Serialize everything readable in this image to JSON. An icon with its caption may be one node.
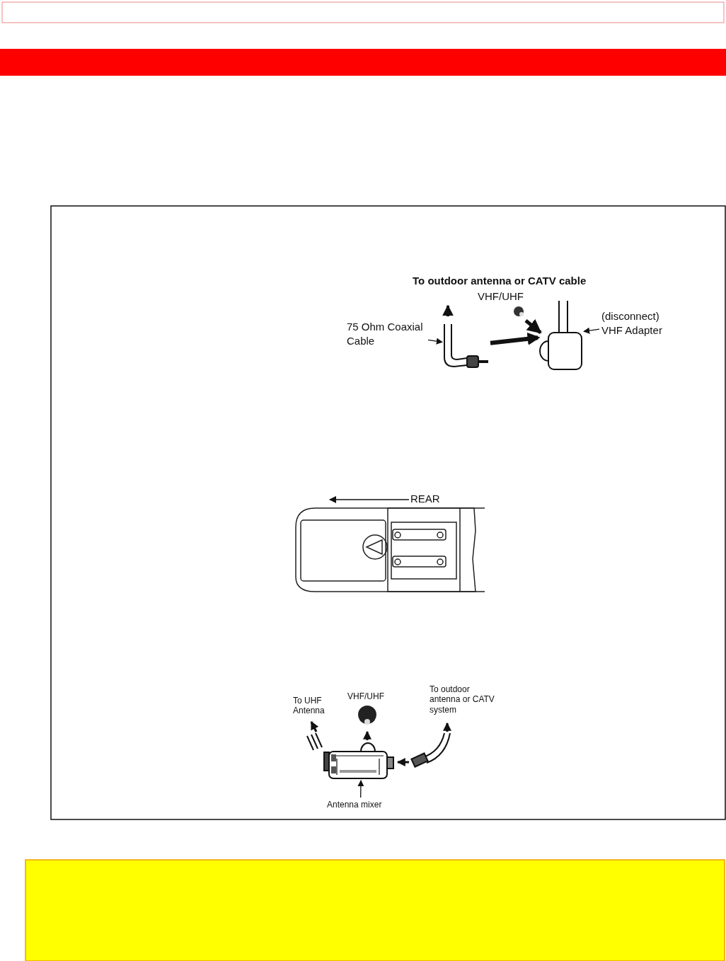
{
  "diagram": {
    "nodes": [
      {
        "text": [
          "75 Ohm Coaxial Cable"
        ]
      },
      {
        "text": [],
        "shape": "picture"
      },
      {
        "text": [
          "(disconnect) VHF Adapter"
        ]
      },
      {
        "text": [],
        "shape": "picture"
      },
      {
        "text": [
          "Antenna mixer"
        ]
      },
      {
        "text": [],
        "shape": "picture"
      }
    ],
    "edges": [
      {
        "from": 0,
        "to": 1,
        "arrow": "to"
      },
      {
        "from": 1,
        "to": 3,
        "arrow": "to",
        "style": "thick"
      },
      {
        "from": 2,
        "to": 3,
        "arrow": "to"
      },
      {
        "from": 4,
        "to": 5,
        "arrow": "to"
      }
    ],
    "labels": [
      "To outdoor antenna or CATV cable",
      "VHF/UHF",
      "REAR",
      "To UHF Antenna",
      "VHF/UHF",
      "To outdoor antenna or CATV system"
    ]
  }
}
